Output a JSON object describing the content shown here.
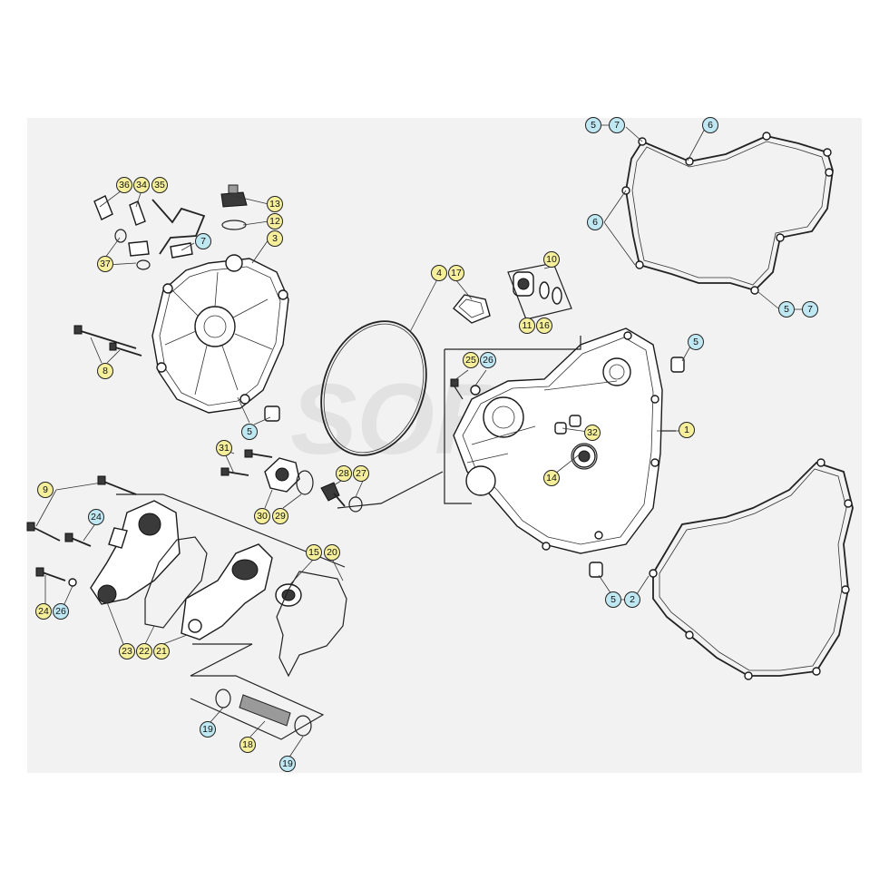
{
  "watermark": "SORT",
  "callouts": {
    "c1": "1",
    "c2": "2",
    "c3": "3",
    "c4": "4",
    "c5": "5",
    "c6": "6",
    "c7": "7",
    "c8": "8",
    "c9": "9",
    "c10": "10",
    "c11": "11",
    "c12": "12",
    "c13": "13",
    "c14": "14",
    "c15": "15",
    "c16": "16",
    "c17": "17",
    "c18": "18",
    "c19": "19",
    "c20": "20",
    "c21": "21",
    "c22": "22",
    "c23": "23",
    "c24": "24",
    "c25": "25",
    "c26": "26",
    "c27": "27",
    "c28": "28",
    "c29": "29",
    "c30": "30",
    "c31": "31",
    "c32": "32",
    "c34": "34",
    "c35": "35",
    "c36": "36",
    "c37": "37"
  },
  "colors": {
    "callout_yellow": "#f5ef9c",
    "callout_blue": "#bfe8f3",
    "background": "#f2f2f2"
  }
}
